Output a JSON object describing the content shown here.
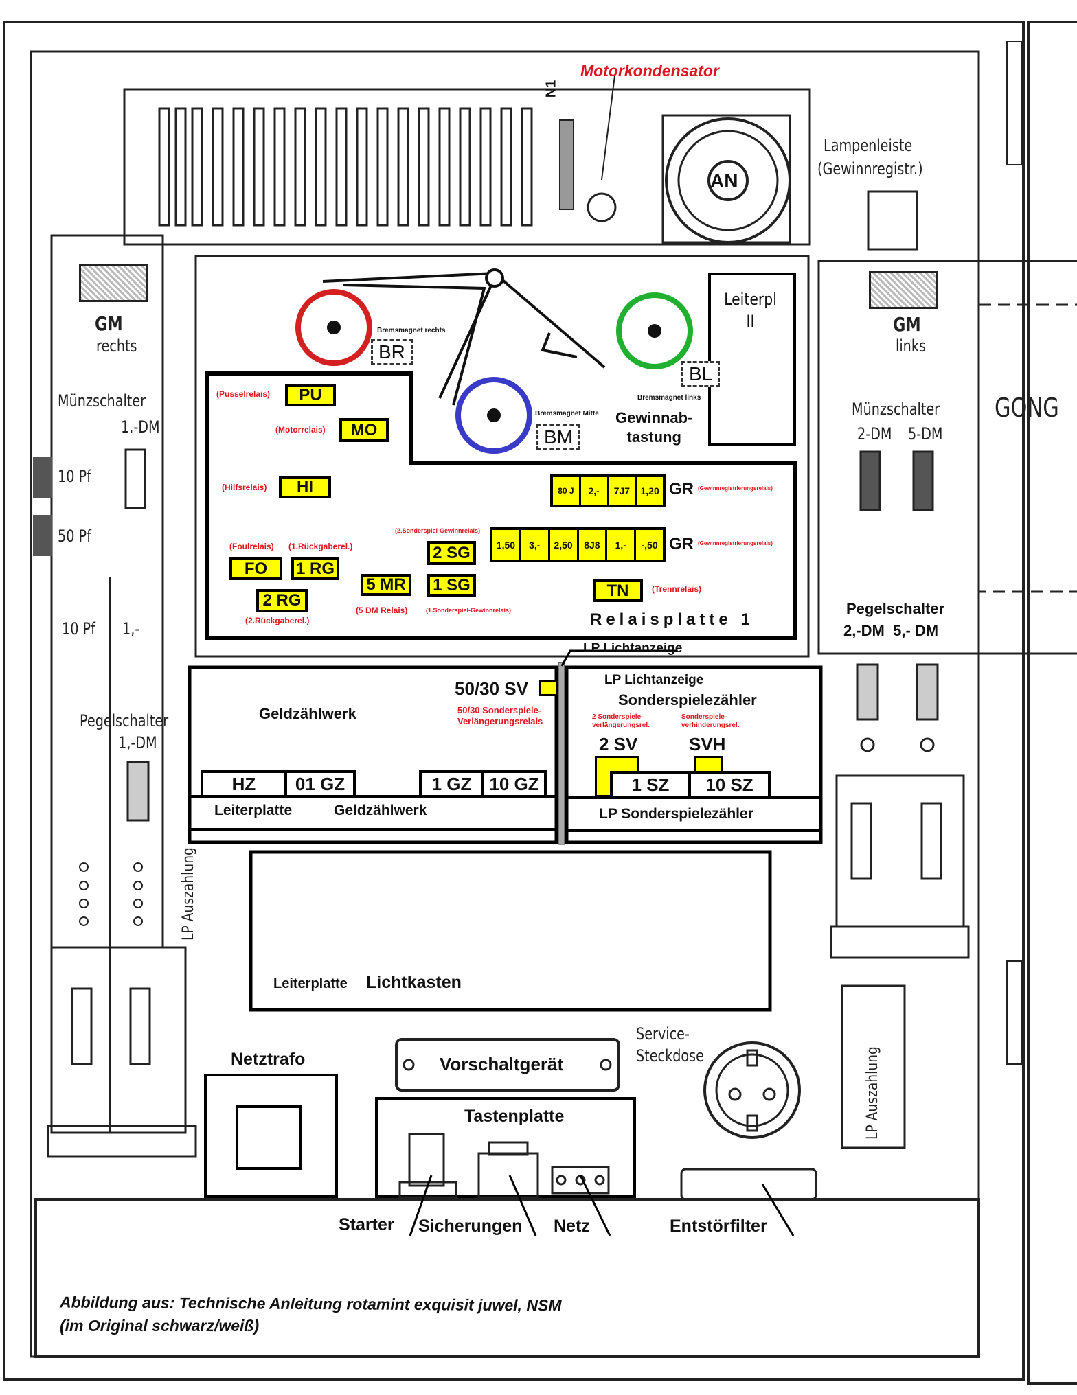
{
  "top": {
    "motorkondensator": "Motorkondensator",
    "n1": "N1",
    "an": "AN",
    "lampenleiste": "Lampenleiste",
    "lampenleiste_sub": "(Gewinnregistr.)"
  },
  "mechanism": {
    "br": "BR",
    "br_label": "Bremsmagnet rechts",
    "bl": "BL",
    "bl_label": "Bremsmagnet links",
    "bm": "BM",
    "bm_label": "Bremsmagnet Mitte",
    "gewinnabtastung_1": "Gewinnab-",
    "gewinnabtastung_2": "tastung",
    "leiterpl_1": "Leiterpl",
    "leiterpl_2": "II"
  },
  "relays": {
    "pu": "PU",
    "pu_label": "(Pusselrelais)",
    "mo": "MO",
    "mo_label": "(Motorrelais)",
    "hi": "HI",
    "hi_label": "(Hilfsrelais)",
    "fo": "FO",
    "fo_label": "(Foulrelais)",
    "rg1": "1 RG",
    "rg1_label": "(1.Rückgaberel.)",
    "rg2": "2 RG",
    "rg2_label": "(2.Rückgaberel.)",
    "mr5": "5 MR",
    "mr5_label": "(5 DM Relais)",
    "sg2": "2 SG",
    "sg2_label": "(2.Sonderspiel-Gewinnrelais)",
    "sg1": "1 SG",
    "sg1_label": "(1.Sonderspiel-Gewinnrelais)",
    "tn": "TN",
    "tn_label": "(Trennrelais)",
    "gr": "GR",
    "gr_label": "(Gewinnregistrierungsrelais)",
    "gr_row1": [
      "80 J",
      "2,-",
      "7J7",
      "1,20"
    ],
    "gr_row2": [
      "1,50",
      "3,-",
      "2,50",
      "8J8",
      "1,-",
      "-,50"
    ],
    "plate": "Relaisplatte 1"
  },
  "left": {
    "gm": "GM",
    "gm_sub": "rechts",
    "muenzschalter": "Münzschalter",
    "dm1": "1.-DM",
    "pf10": "10 Pf",
    "pf50": "50 Pf",
    "pf10b": "10 Pf",
    "one": "1,-",
    "pegel": "Pegelschalter",
    "pegel_dm": "1,-DM",
    "lp_auszahlung": "LP Auszahlung"
  },
  "right": {
    "gm": "GM",
    "gm_sub": "links",
    "muenzschalter": "Münzschalter",
    "dm2": "2-DM",
    "dm5": "5-DM",
    "gong": "GONG",
    "pegel": "Pegelschalter",
    "pegel_dm": "2,-DM  5,- DM",
    "lp_auszahlung": "LP Auszahlung"
  },
  "geld": {
    "title": "Geldzählwerk",
    "sv": "50/30 SV",
    "sv_label_1": "50/30 Sonderspiele-",
    "sv_label_2": "Verlängerungsrelais",
    "counters": [
      "HZ",
      "01 GZ",
      "1 GZ",
      "10 GZ"
    ],
    "lp": "Leiterplatte",
    "lp2": "Geldzählwerk"
  },
  "sonder": {
    "lp_licht_top": "LP Lichtanzeige",
    "lp_licht": "LP Lichtanzeige",
    "title": "Sonderspielezähler",
    "sv2_label_1": "2 Sonderspiele-",
    "sv2_label_2": "verlängerungsrel.",
    "svh_label_1": "Sonderspiele-",
    "svh_label_2": "verhinderungsrel.",
    "sv2": "2 SV",
    "svh": "SVH",
    "counters": [
      "1 SZ",
      "10 SZ"
    ],
    "lp": "LP Sonderspielezähler"
  },
  "lichtkasten": {
    "lp": "Leiterplatte",
    "title": "Lichtkasten"
  },
  "bottom": {
    "vorschaltgeraet": "Vorschaltgerät",
    "netztrafo": "Netztrafo",
    "tastenplatte": "Tastenplatte",
    "service_1": "Service-",
    "service_2": "Steckdose",
    "starter": "Starter",
    "sicherungen": "Sicherungen",
    "netz": "Netz",
    "entstoerfilter": "Entstörfilter"
  },
  "caption": {
    "line1": "Abbildung aus: Technische Anleitung rotamint exquisit juwel, NSM",
    "line2": "(im Original schwarz/weiß)"
  },
  "colors": {
    "relay": "#ffff00",
    "label_red": "#e0141e",
    "br_ring": "#d42020",
    "bl_ring": "#20b030",
    "bm_ring": "#3a3ac8"
  }
}
